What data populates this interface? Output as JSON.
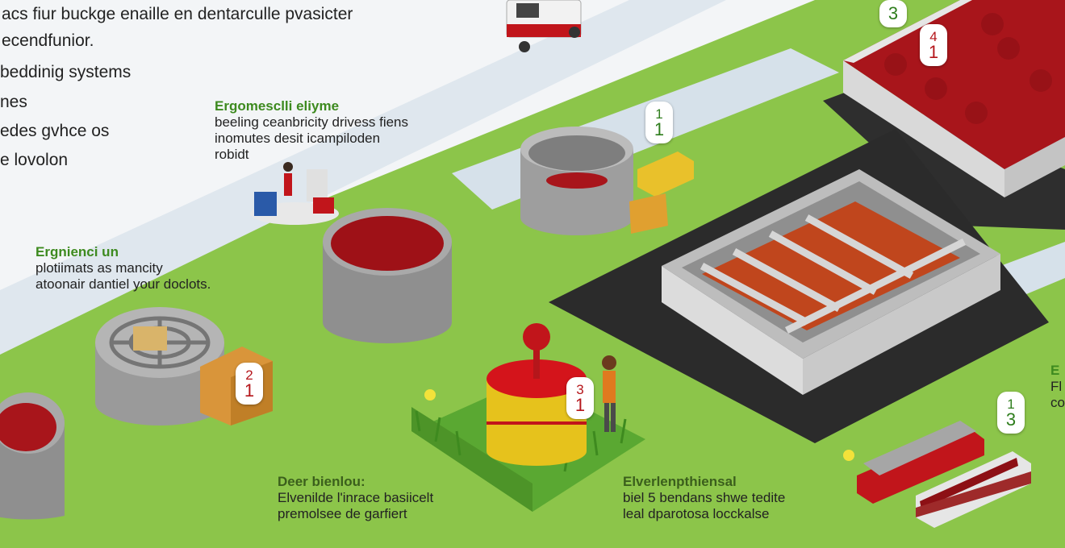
{
  "intro": {
    "title_line_1": "acs fiur buckge enaille en dentarculle pvasicter",
    "title_line_2": "ecendfunior.",
    "items": [
      "beddinig systems",
      "nes",
      "edes gvhce os",
      "e lovolon"
    ]
  },
  "callouts": {
    "top_center": {
      "heading": "Ergomesclli eliyme",
      "lines": [
        "beeling ceanbricity drivess fiens",
        "inomutes desit icampiloden",
        "robidt"
      ]
    },
    "left": {
      "heading": "Ergnienci un",
      "lines": [
        "plotiimats as mancity",
        "atoonair dantiel your doclots."
      ]
    },
    "bottom_left": {
      "heading": "Deer bienlou:",
      "lines": [
        "Elvenilde l'inrace basiicelt",
        "premolsee de garfiert"
      ]
    },
    "bottom_center": {
      "heading": "Elverlenpthiensal",
      "lines": [
        "biel 5 bendans shwe tedite",
        "leal dparotosa locckalse"
      ]
    },
    "right_edge": {
      "heading": "E",
      "lines": [
        "Fl",
        "co"
      ]
    }
  },
  "markers": {
    "top_right_a": "3",
    "top_right_b_top": "4",
    "top_right_b_bottom": "1",
    "mid_tank_top": "1",
    "mid_tank_bottom": "1",
    "left_crate_top": "2",
    "left_crate_bottom": "1",
    "red_cap_top": "3",
    "red_cap_bottom": "1",
    "train_top": "1",
    "train_bottom": "3"
  },
  "colors": {
    "grass": "#8cc54a",
    "path": "#dde6ee",
    "asphalt": "#2c2c2c",
    "compost_red": "#a8151b",
    "heading_green": "#3d8a1f",
    "marker_red": "#b5161b"
  }
}
